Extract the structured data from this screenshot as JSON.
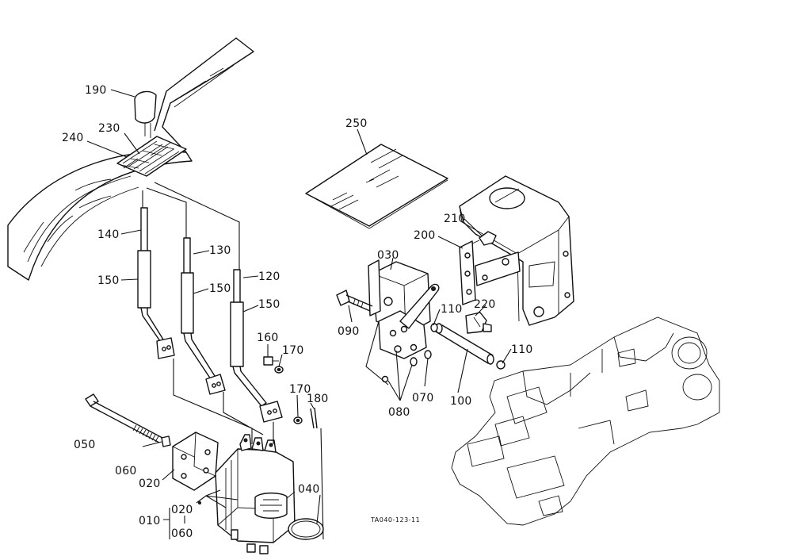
{
  "callouts": [
    {
      "id": "190",
      "text": "190"
    },
    {
      "id": "230",
      "text": "230"
    },
    {
      "id": "240",
      "text": "240"
    },
    {
      "id": "140",
      "text": "140"
    },
    {
      "id": "150a",
      "text": "150"
    },
    {
      "id": "130",
      "text": "130"
    },
    {
      "id": "150b",
      "text": "150"
    },
    {
      "id": "120",
      "text": "120"
    },
    {
      "id": "150c",
      "text": "150"
    },
    {
      "id": "160",
      "text": "160"
    },
    {
      "id": "170a",
      "text": "170"
    },
    {
      "id": "170b",
      "text": "170"
    },
    {
      "id": "180",
      "text": "180"
    },
    {
      "id": "050",
      "text": "050"
    },
    {
      "id": "060a",
      "text": "060"
    },
    {
      "id": "020a",
      "text": "020"
    },
    {
      "id": "040",
      "text": "040"
    },
    {
      "id": "010",
      "text": "010"
    },
    {
      "id": "020b",
      "text": "020"
    },
    {
      "id": "060b",
      "text": "060"
    },
    {
      "id": "250",
      "text": "250"
    },
    {
      "id": "210",
      "text": "210"
    },
    {
      "id": "200",
      "text": "200"
    },
    {
      "id": "030",
      "text": "030"
    },
    {
      "id": "090",
      "text": "090"
    },
    {
      "id": "110a",
      "text": "110"
    },
    {
      "id": "220",
      "text": "220"
    },
    {
      "id": "110b",
      "text": "110"
    },
    {
      "id": "070",
      "text": "070"
    },
    {
      "id": "100",
      "text": "100"
    },
    {
      "id": "080",
      "text": "080"
    }
  ],
  "figure_ref": "TA040-123-11"
}
